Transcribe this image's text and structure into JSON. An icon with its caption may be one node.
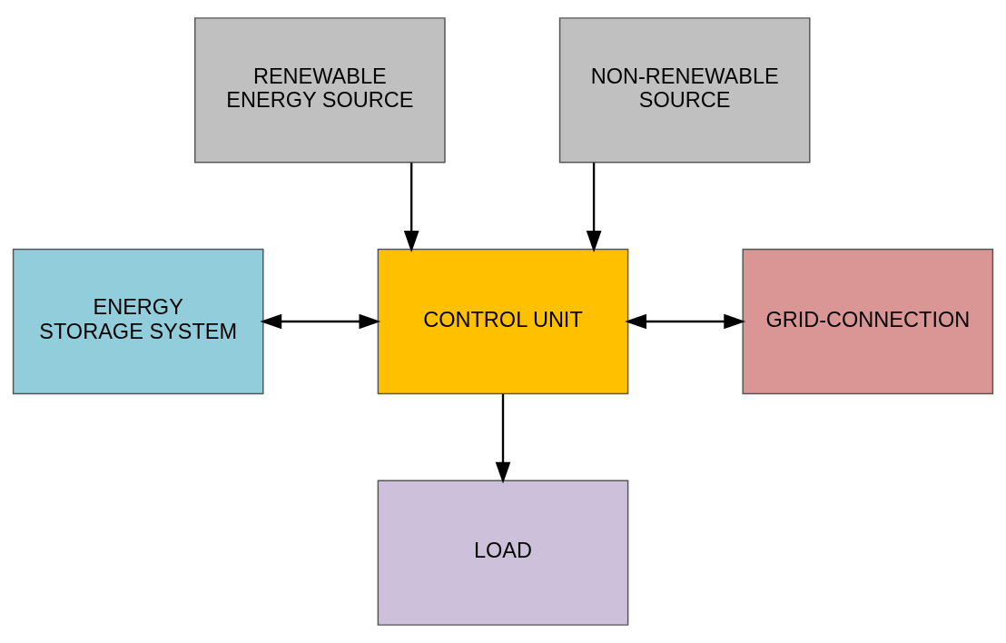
{
  "diagram": {
    "nodes": [
      {
        "text": [
          "RENEWABLE ENERGY SOURCE"
        ]
      },
      {
        "text": [
          "NON-RENEWABLE SOURCE"
        ]
      },
      {
        "text": [
          "ENERGY STORAGE SYSTEM"
        ]
      },
      {
        "text": [
          "CONTROL UNIT"
        ]
      },
      {
        "text": [
          "GRID-CONNECTION"
        ]
      },
      {
        "text": [
          "LOAD"
        ]
      }
    ],
    "edges": [
      {
        "from": 0,
        "to": 3,
        "arrow": "to"
      },
      {
        "from": 1,
        "to": 3,
        "arrow": "to"
      },
      {
        "from": 2,
        "to": 3,
        "arrow": "both"
      },
      {
        "from": 3,
        "to": 4,
        "arrow": "both"
      },
      {
        "from": 3,
        "to": 5,
        "arrow": "to"
      }
    ]
  }
}
